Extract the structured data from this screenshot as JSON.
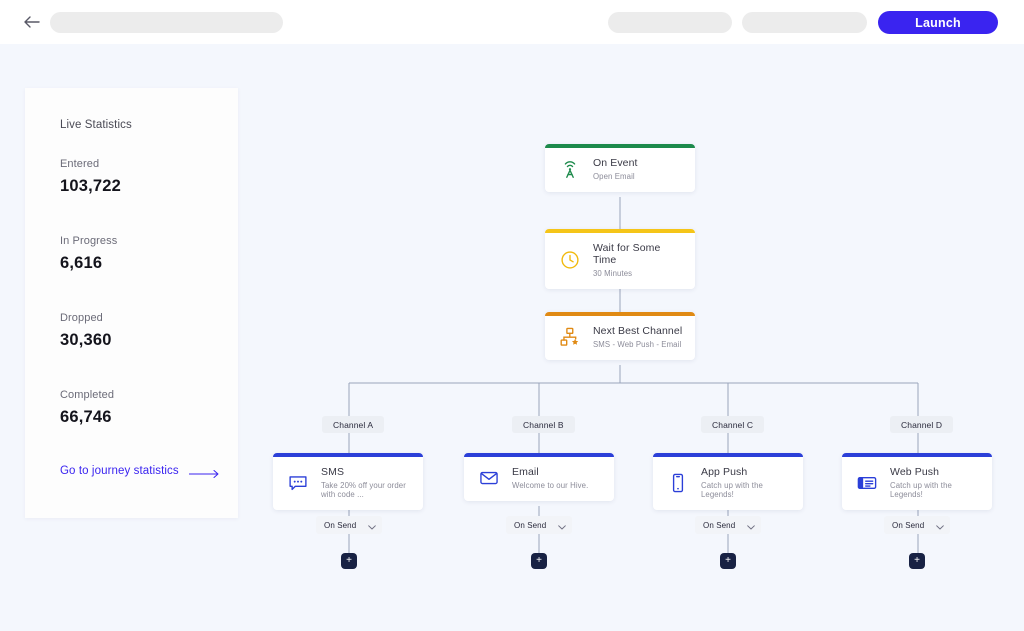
{
  "topbar": {
    "back_icon": "back-arrow-icon",
    "launch_label": "Launch"
  },
  "sidebar": {
    "title": "Live Statistics",
    "stats": [
      {
        "label": "Entered",
        "value": "103,722"
      },
      {
        "label": "In Progress",
        "value": "6,616"
      },
      {
        "label": "Dropped",
        "value": "30,360"
      },
      {
        "label": "Completed",
        "value": "66,746"
      }
    ],
    "link_label": "Go to journey statistics",
    "link_icon": "long-arrow-right-icon"
  },
  "flow": {
    "top_nodes": [
      {
        "title": "On Event",
        "sub": "Open Email",
        "color": "#1d8a4c",
        "icon": "broadcast-antenna-icon"
      },
      {
        "title": "Wait for Some Time",
        "sub": "30 Minutes",
        "color": "#f5c518",
        "icon": "clock-icon"
      },
      {
        "title": "Next Best Channel",
        "sub": "SMS - Web Push - Email",
        "color": "#e08a14",
        "icon": "best-channel-icon"
      }
    ],
    "branches": [
      {
        "pill": "Channel A",
        "title": "SMS",
        "sub": "Take 20% off your order with code ...",
        "color": "#2b3fd8",
        "icon": "sms-bubble-icon",
        "trigger": "On Send",
        "add": "+"
      },
      {
        "pill": "Channel B",
        "title": "Email",
        "sub": "Welcome to our Hive.",
        "color": "#2b3fd8",
        "icon": "envelope-icon",
        "trigger": "On Send",
        "add": "+"
      },
      {
        "pill": "Channel C",
        "title": "App Push",
        "sub": "Catch up with the Legends!",
        "color": "#2b3fd8",
        "icon": "mobile-phone-icon",
        "trigger": "On Send",
        "add": "+"
      },
      {
        "pill": "Channel D",
        "title": "Web Push",
        "sub": "Catch up with the Legends!",
        "color": "#2b3fd8",
        "icon": "web-push-icon",
        "trigger": "On Send",
        "add": "+"
      }
    ]
  },
  "colors": {
    "accent": "#3a24f0",
    "canvas_bg": "#f4f7fd",
    "node_blue": "#2b3fd8",
    "plus_dark": "#182244"
  }
}
